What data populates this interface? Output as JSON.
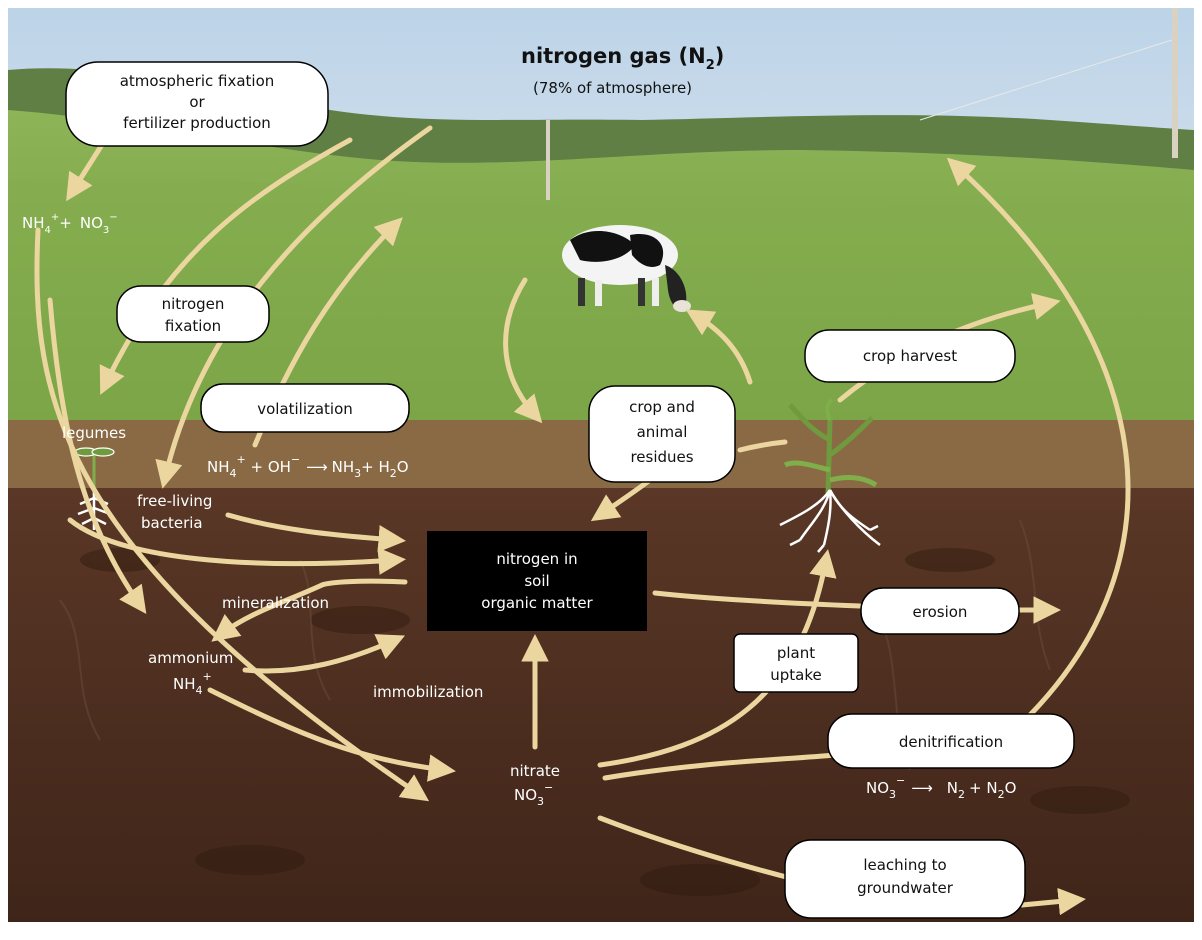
{
  "header": {
    "title_main": "nitrogen gas (N",
    "title_sub": "2",
    "title_close": ")",
    "subtitle": "(78% of atmosphere)"
  },
  "boxes": {
    "atmospheric": [
      "atmospheric fixation",
      "or",
      "fertilizer production"
    ],
    "nitrogen_fixation": [
      "nitrogen",
      "fixation"
    ],
    "volatilization": [
      "volatilization"
    ],
    "crop_residues": [
      "crop and",
      "animal",
      "residues"
    ],
    "crop_harvest": [
      "crop harvest"
    ],
    "soil_organic": [
      "nitrogen in",
      "soil",
      "organic matter"
    ],
    "erosion": [
      "erosion"
    ],
    "plant_uptake": [
      "plant",
      "uptake"
    ],
    "denitrification": [
      "denitrification"
    ],
    "leaching": [
      "leaching to",
      "groundwater"
    ]
  },
  "labels": {
    "legumes": "legumes",
    "free_living": [
      "free-living",
      "bacteria"
    ],
    "mineralization": "mineralization",
    "ammonium": "ammonium",
    "immobilization": "immobilization",
    "nitrate": "nitrate"
  },
  "formulas": {
    "nh4_no3": {
      "a": "NH",
      "a_sub": "4",
      "a_sup": "+",
      "plus": "+",
      "b": "NO",
      "b_sub": "3",
      "b_sup": "−"
    },
    "volatilization": {
      "a": "NH",
      "a_sub": "4",
      "a_sup": "+",
      "plus": " + OH",
      "oh_sup": "−",
      "arrow": "⟶",
      "c": "NH",
      "c_sub": "3",
      "plus2": "+ H",
      "h_sub": "2",
      "o": "O"
    },
    "ammonium": {
      "a": "NH",
      "a_sub": "4",
      "a_sup": "+"
    },
    "nitrate": {
      "a": "NO",
      "a_sub": "3",
      "a_sup": "−"
    },
    "denitrification": {
      "a": "NO",
      "a_sub": "3",
      "a_sup": "−",
      "arrow": "⟶",
      "b": "N",
      "b_sub": "2",
      "plus": "+ N",
      "c_sub": "2",
      "o": "O"
    }
  },
  "colors": {
    "arrow": "#ecd6a0",
    "sky_top": "#cfe0ee",
    "grass": "#7fa94a",
    "soil_band": "#8a6a45",
    "soil_deep": "#4a2d1f",
    "box_fill": "#ffffff",
    "box_stroke": "#000000",
    "organic_box": "#000000"
  },
  "icons": [
    "cow-icon",
    "corn-plant-icon",
    "legume-sprout-icon",
    "root-icon"
  ]
}
